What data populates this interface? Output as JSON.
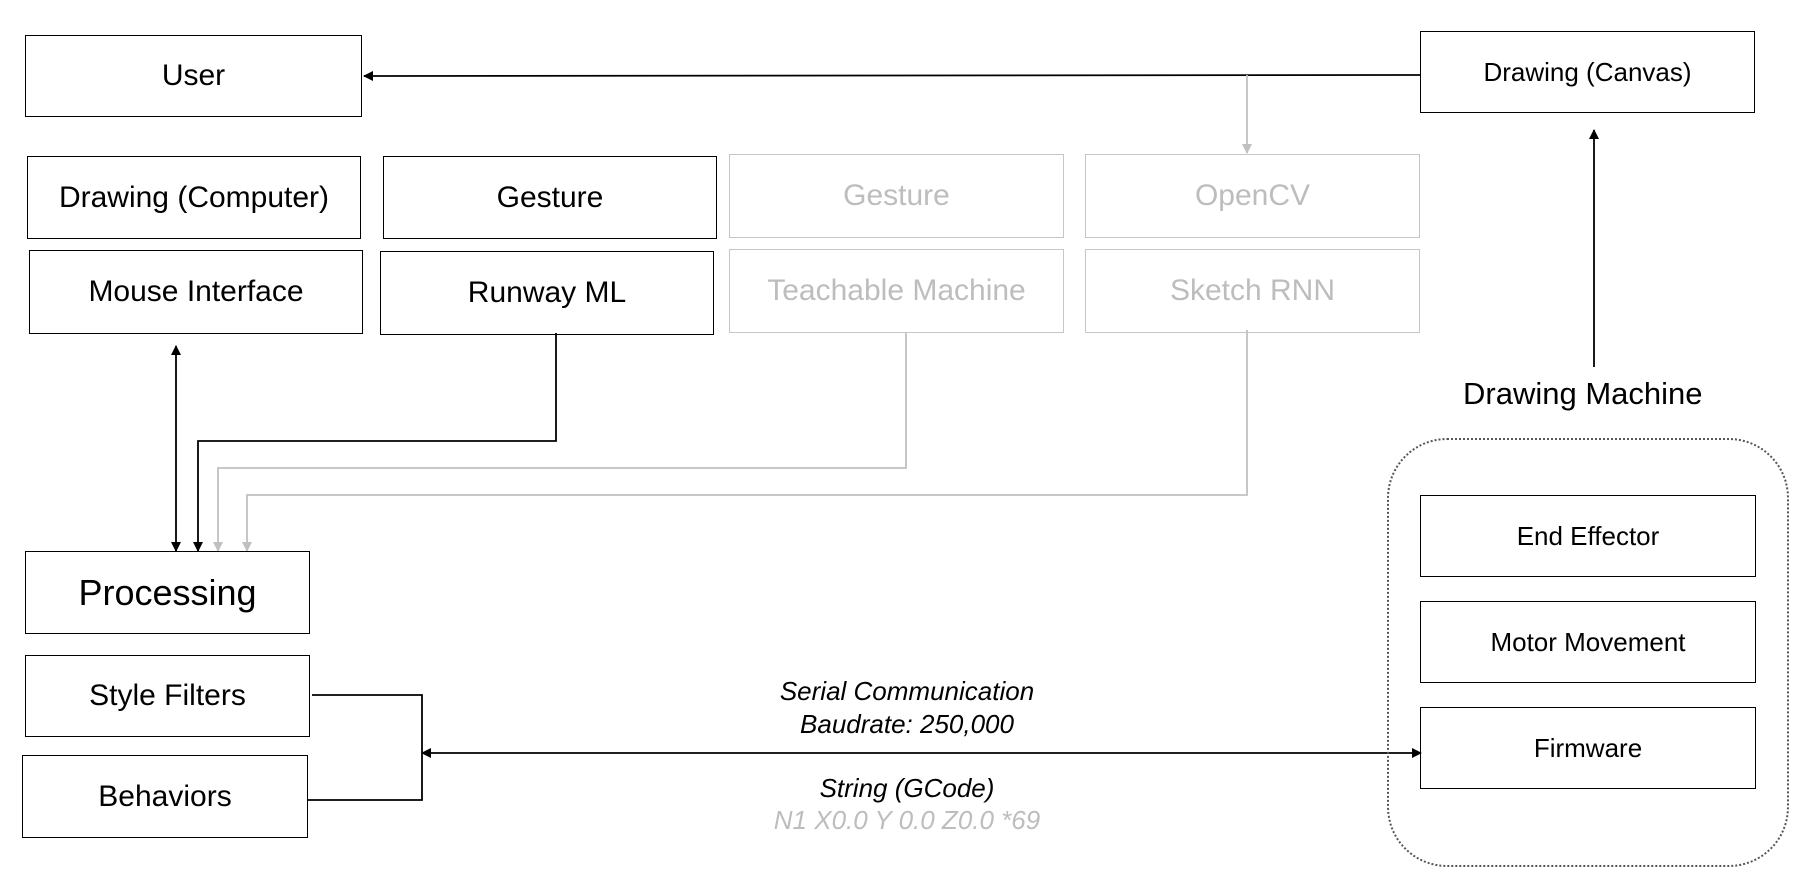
{
  "boxes": {
    "user": "User",
    "drawing_canvas": "Drawing (Canvas)",
    "drawing_computer": "Drawing (Computer)",
    "mouse_interface": "Mouse Interface",
    "gesture": "Gesture",
    "runway_ml": "Runway ML",
    "gesture_muted": "Gesture",
    "teachable_machine": "Teachable Machine",
    "opencv": "OpenCV",
    "sketch_rnn": "Sketch RNN",
    "processing": "Processing",
    "style_filters": "Style Filters",
    "behaviors": "Behaviors",
    "end_effector": "End Effector",
    "motor_movement": "Motor Movement",
    "firmware": "Firmware"
  },
  "labels": {
    "drawing_machine": "Drawing Machine",
    "serial_communication": "Serial Communication",
    "baudrate": "Baudrate: 250,000",
    "string_gcode": "String (GCode)",
    "gcode_example": "N1 X0.0 Y 0.0 Z0.0 *69"
  },
  "colors": {
    "active": "#000000",
    "inactive": "#c6c6c6"
  }
}
